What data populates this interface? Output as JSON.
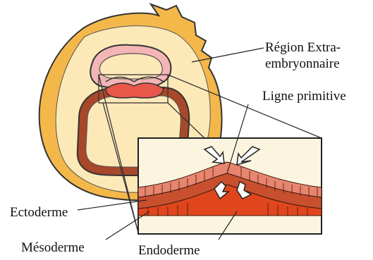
{
  "labels": {
    "region_line1": "Région Extra-",
    "region_line2": "embryonnaire",
    "ligne_primitive": "Ligne primitive",
    "ectoderme": "Ectoderme",
    "mesoderme": "Mésoderme",
    "endoderme": "Endoderme"
  },
  "colors": {
    "outer_yolk": "#f4b74a",
    "inner_disc": "#fde9b8",
    "amnion_pink": "#f3b5b5",
    "primitive_red": "#e8574a",
    "brown_ring": "#a8482a",
    "ectoderm_cells": "#e8856f",
    "mesoderm_cells": "#c8502f",
    "endoderm_cells": "#e0461d",
    "inset_bg": "#fbf5df"
  }
}
